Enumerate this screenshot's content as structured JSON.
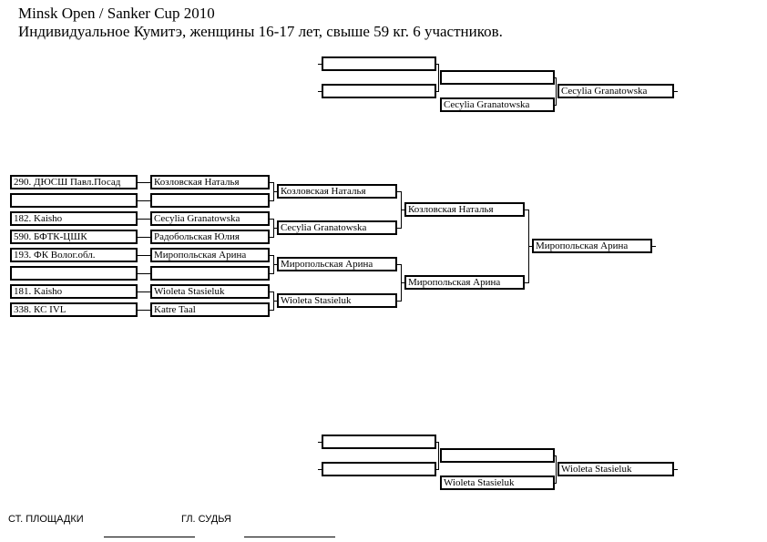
{
  "header": {
    "title": "Minsk Open / Sanker Cup 2010",
    "subtitle": "Индивидуальное Кумитэ, женщины 16-17 лет, свыше  59 кг. 6 участников."
  },
  "repechage_top": {
    "r1": [
      "",
      ""
    ],
    "r2": [
      "",
      "Cecylia Granatowska"
    ],
    "winner": "Cecylia Granatowska"
  },
  "main_bracket": {
    "clubs": [
      "290. ДЮСШ Павл.Посад",
      "",
      "182. Kaisho",
      "590. БФТК-ЦШК",
      "193. ФК Волог.обл.",
      "",
      "181. Kaisho",
      "338. КС IVL"
    ],
    "round1": [
      "Козловская Наталья",
      "",
      "Cecylia Granatowska",
      "Радобольская Юлия",
      "Миропольская Арина",
      "",
      "Wioleta Stasieluk",
      "Katre Taal"
    ],
    "round2": [
      "Козловская Наталья",
      "Cecylia Granatowska",
      "Миропольская Арина",
      "Wioleta Stasieluk"
    ],
    "semifinal": [
      "Козловская Наталья",
      "Миропольская Арина"
    ],
    "winner": "Миропольская Арина"
  },
  "repechage_bottom": {
    "r1": [
      "",
      ""
    ],
    "r2": [
      "",
      "Wioleta Stasieluk"
    ],
    "winner": "Wioleta Stasieluk"
  },
  "footer": {
    "site_label": "СТ. ПЛОЩАДКИ",
    "judge_label": "ГЛ. СУДЬЯ"
  }
}
